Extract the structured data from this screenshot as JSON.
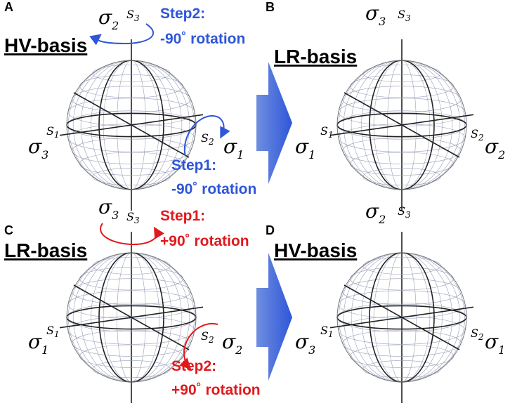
{
  "colors": {
    "blue": "#2f56d8",
    "red": "#e0191d",
    "arrow": "#3562c9"
  },
  "panels": [
    {
      "letter": "A",
      "basis": "HV-basis",
      "top_sigma": "σ",
      "top_sigma_sub": "2",
      "top_s": "S",
      "top_s_sub": "3",
      "left_sigma": "σ",
      "left_sigma_sub": "3",
      "left_s": "S",
      "left_s_sub": "1",
      "right_sigma": "σ",
      "right_sigma_sub": "1",
      "right_s": "S",
      "right_s_sub": "2",
      "step_top": [
        "Step2:",
        "-90˚ rotation"
      ],
      "step_bottom": [
        "Step1:",
        "-90˚ rotation"
      ]
    },
    {
      "letter": "B",
      "basis": "LR-basis",
      "top_sigma": "σ",
      "top_sigma_sub": "3",
      "top_s": "S",
      "top_s_sub": "3",
      "left_sigma": "σ",
      "left_sigma_sub": "1",
      "left_s": "S",
      "left_s_sub": "1",
      "right_sigma": "σ",
      "right_sigma_sub": "2",
      "right_s": "S",
      "right_s_sub": "2"
    },
    {
      "letter": "C",
      "basis": "LR-basis",
      "top_sigma": "σ",
      "top_sigma_sub": "3",
      "top_s": "S",
      "top_s_sub": "3",
      "left_sigma": "σ",
      "left_sigma_sub": "1",
      "left_s": "S",
      "left_s_sub": "1",
      "right_sigma": "σ",
      "right_sigma_sub": "2",
      "right_s": "S",
      "right_s_sub": "2",
      "step_top": [
        "Step1:",
        "+90˚ rotation"
      ],
      "step_bottom": [
        "Step2:",
        "+90˚ rotation"
      ]
    },
    {
      "letter": "D",
      "basis": "HV-basis",
      "top_sigma": "σ",
      "top_sigma_sub": "2",
      "top_s": "S",
      "top_s_sub": "3",
      "left_sigma": "σ",
      "left_sigma_sub": "3",
      "left_s": "S",
      "left_s_sub": "1",
      "right_sigma": "σ",
      "right_sigma_sub": "1",
      "right_s": "S",
      "right_s_sub": "2"
    }
  ]
}
